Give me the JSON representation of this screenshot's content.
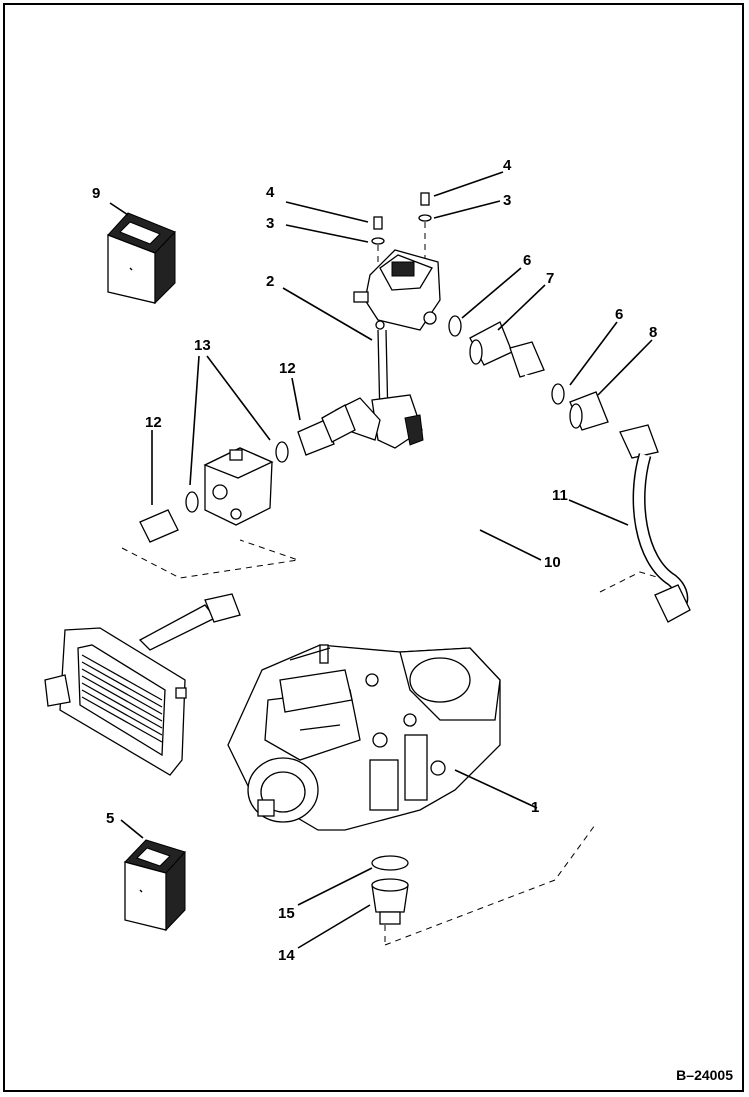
{
  "drawing_number": "B–24005",
  "callouts": [
    {
      "id": "c1",
      "label": "1"
    },
    {
      "id": "c2",
      "label": "2"
    },
    {
      "id": "c3a",
      "label": "3"
    },
    {
      "id": "c3b",
      "label": "3"
    },
    {
      "id": "c4a",
      "label": "4"
    },
    {
      "id": "c4b",
      "label": "4"
    },
    {
      "id": "c5",
      "label": "5"
    },
    {
      "id": "c6a",
      "label": "6"
    },
    {
      "id": "c6b",
      "label": "6"
    },
    {
      "id": "c7",
      "label": "7"
    },
    {
      "id": "c8",
      "label": "8"
    },
    {
      "id": "c9",
      "label": "9"
    },
    {
      "id": "c10",
      "label": "10"
    },
    {
      "id": "c11",
      "label": "11"
    },
    {
      "id": "c12a",
      "label": "12"
    },
    {
      "id": "c12b",
      "label": "12"
    },
    {
      "id": "c13",
      "label": "13"
    },
    {
      "id": "c14",
      "label": "14"
    },
    {
      "id": "c15",
      "label": "15"
    }
  ]
}
